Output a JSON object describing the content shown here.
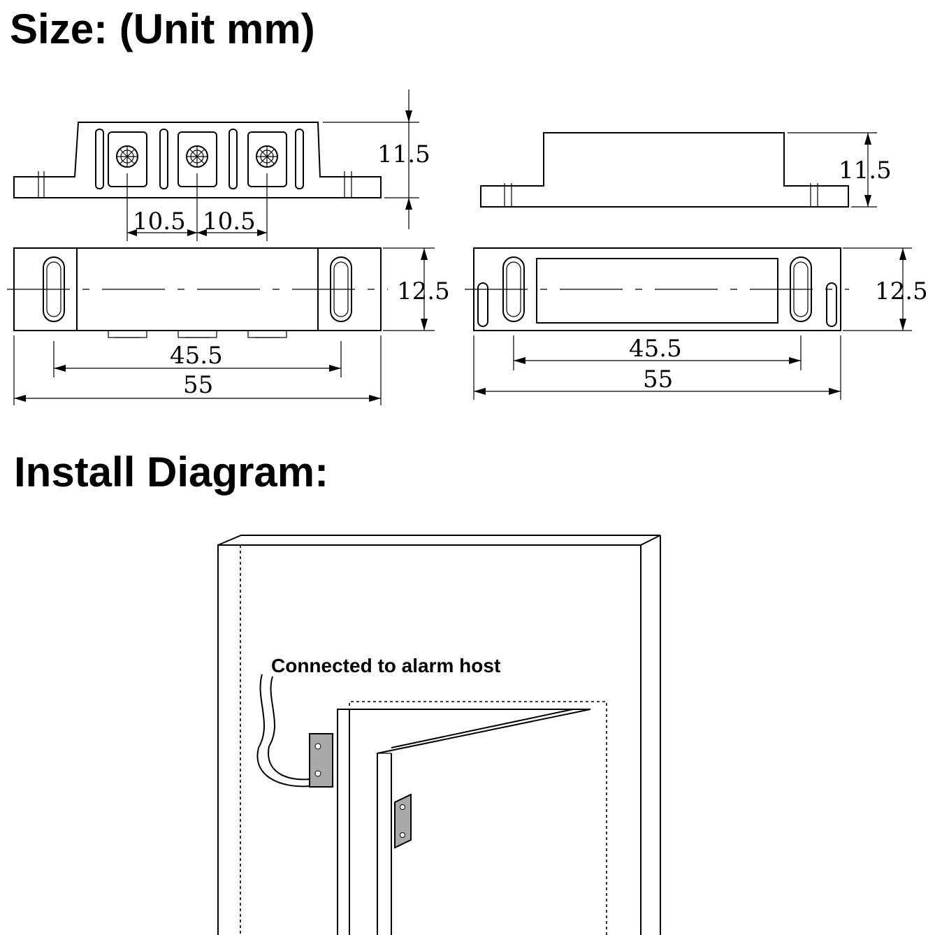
{
  "headings": {
    "size": "Size: (Unit mm)",
    "install": "Install Diagram:"
  },
  "dimensions": {
    "left_side_height": "11.5",
    "terminal_spacing_1": "10.5",
    "terminal_spacing_2": "10.5",
    "left_width": "12.5",
    "left_hole_spacing": "45.5",
    "left_length": "55",
    "right_side_height": "11.5",
    "right_width": "12.5",
    "right_hole_spacing": "45.5",
    "right_length": "55"
  },
  "install": {
    "wire_label": "Connected to alarm host"
  },
  "colors": {
    "line": "#000000",
    "sensor_fill": "#a9a9a9"
  }
}
